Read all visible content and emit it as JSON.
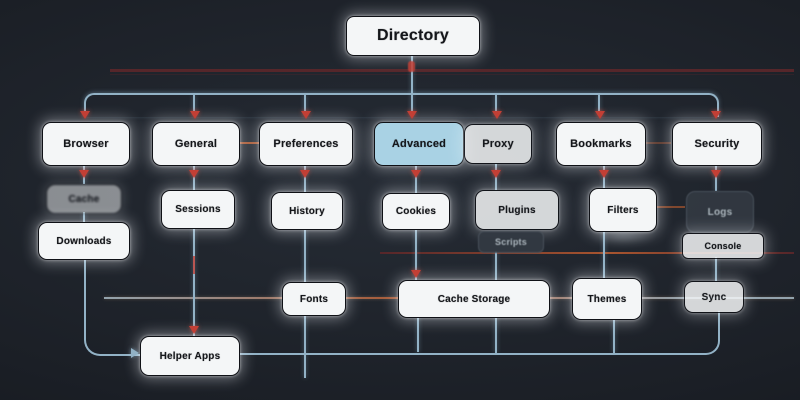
{
  "root": {
    "label": "Directory"
  },
  "level1": [
    {
      "label": "Browser"
    },
    {
      "label": "General"
    },
    {
      "label": "Preferences"
    },
    {
      "label": "Advanced",
      "state": "selected"
    },
    {
      "label": "Proxy"
    },
    {
      "label": "Bookmarks"
    },
    {
      "label": "Security"
    }
  ],
  "level2": [
    {
      "label": "Cache"
    },
    {
      "label": "Downloads"
    },
    {
      "label": "Sessions"
    },
    {
      "label": "History"
    },
    {
      "label": "Cookies"
    },
    {
      "label": "Plugins"
    },
    {
      "label": "Scripts"
    },
    {
      "label": "Filters"
    },
    {
      "label": "Logs"
    },
    {
      "label": "Console"
    }
  ],
  "level3": [
    {
      "label": "Fonts"
    },
    {
      "label": "Cache Storage"
    },
    {
      "label": "Themes"
    },
    {
      "label": "Sync"
    }
  ],
  "bottom": {
    "label": "Helper Apps"
  },
  "edges": [
    {
      "from": "Directory",
      "to": "Browser"
    },
    {
      "from": "Directory",
      "to": "General"
    },
    {
      "from": "Directory",
      "to": "Preferences"
    },
    {
      "from": "Directory",
      "to": "Advanced"
    },
    {
      "from": "Directory",
      "to": "Proxy"
    },
    {
      "from": "Directory",
      "to": "Bookmarks"
    },
    {
      "from": "Directory",
      "to": "Security"
    },
    {
      "from": "Browser",
      "to": "Cache"
    },
    {
      "from": "Cache",
      "to": "Downloads"
    },
    {
      "from": "Downloads",
      "to": "Helper Apps"
    },
    {
      "from": "General",
      "to": "Sessions"
    },
    {
      "from": "Sessions",
      "to": "Helper Apps"
    },
    {
      "from": "Preferences",
      "to": "History"
    },
    {
      "from": "Advanced",
      "to": "Cookies"
    },
    {
      "from": "Cookies",
      "to": "Cache Storage"
    },
    {
      "from": "Proxy",
      "to": "Plugins"
    },
    {
      "from": "Plugins",
      "to": "Scripts"
    },
    {
      "from": "Bookmarks",
      "to": "Filters"
    },
    {
      "from": "Filters",
      "to": "Themes"
    },
    {
      "from": "Security",
      "to": "Logs"
    },
    {
      "from": "Logs",
      "to": "Console"
    },
    {
      "from": "Console",
      "to": "Sync"
    },
    {
      "from": "Themes",
      "to": "Helper Apps"
    },
    {
      "from": "Sync",
      "to": "Helper Apps"
    }
  ],
  "colors": {
    "background": "#1d222a",
    "node_bg": "#f4f6f7",
    "node_border": "#0f1116",
    "node_text": "#14161a",
    "selected_bg": "#a9d2e4",
    "ghost_bg": "#323942",
    "ghost_text": "#b9c4cc",
    "line_steel": "#92b2c6",
    "line_maroon": "#56262a",
    "line_orange": "#a8552f",
    "arrow_red": "#c23f35"
  }
}
